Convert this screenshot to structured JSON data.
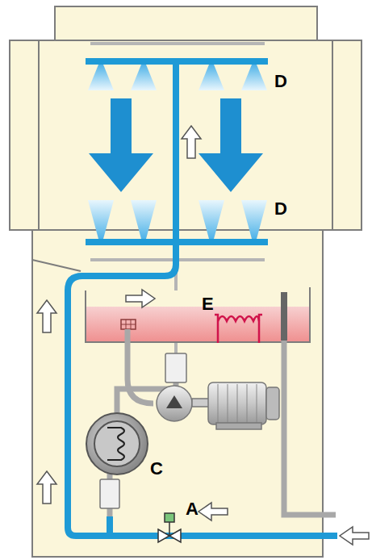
{
  "diagram": {
    "labels": [
      "D",
      "D",
      "E",
      "C",
      "A"
    ]
  }
}
